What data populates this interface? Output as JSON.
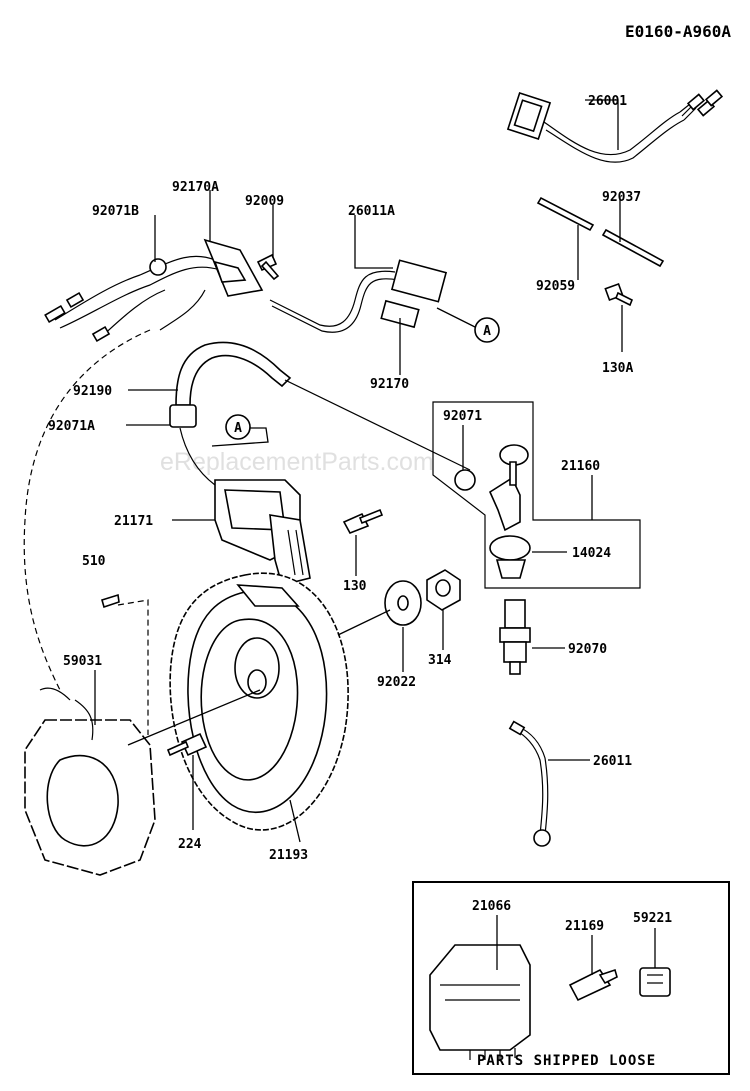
{
  "diagram_code": "E0160-A960A",
  "watermark": "eReplacementParts.com",
  "callouts": {
    "a_upper": "A",
    "a_lower": "A"
  },
  "parts_shipped_loose_label": "PARTS SHIPPED LOOSE",
  "part_labels": [
    "26001",
    "92037",
    "92059",
    "130A",
    "92170A",
    "92009",
    "92071B",
    "26011A",
    "92170",
    "92190",
    "92071A",
    "92071",
    "21160",
    "21171",
    "14024",
    "130",
    "510",
    "59031",
    "314",
    "92022",
    "92070",
    "224",
    "21193",
    "26011",
    "21066",
    "21169",
    "59221"
  ]
}
